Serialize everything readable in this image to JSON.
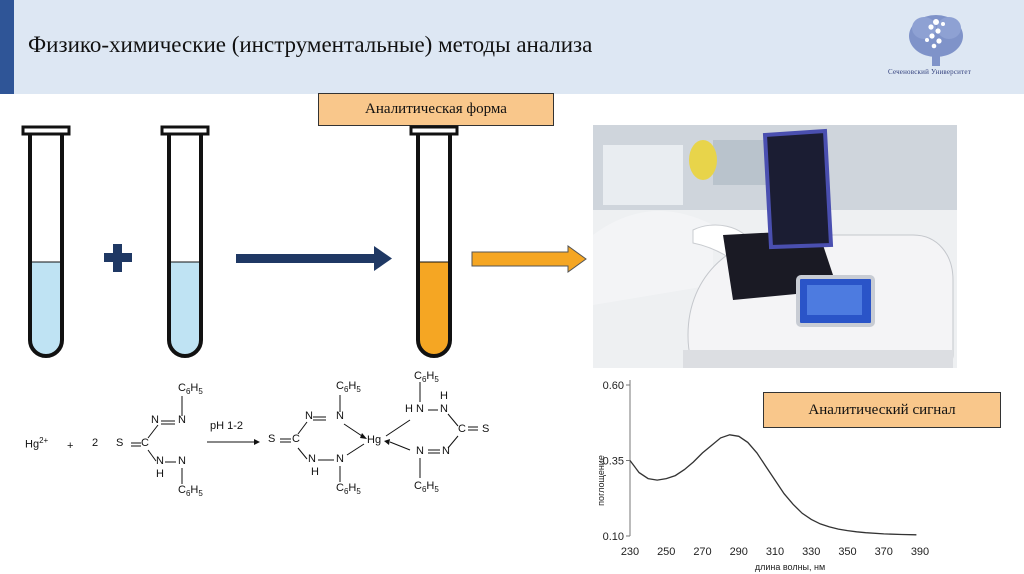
{
  "header": {
    "title": "Физико-химические (инструментальные) методы анализа",
    "logo_text": "Сеченовский Университет"
  },
  "labels": {
    "analytical_form": "Аналитическая форма",
    "analytical_signal": "Аналитический сигнал"
  },
  "reaction": {
    "hg": "Hg",
    "hg_charge": "2+",
    "plus": "+",
    "coefficient": "2",
    "condition": "pH 1-2",
    "s": "S",
    "c": "C",
    "n": "N",
    "h": "H",
    "phenyl": "C",
    "phenyl_sub6": "6",
    "phenyl_sub5": "5"
  },
  "colors": {
    "solution_blue": "#bfe3f3",
    "solution_orange": "#f5a623",
    "arrow_navy": "#1f3864",
    "arrow_orange": "#f5a623",
    "label_bg": "#f9c78b"
  },
  "chart_data": {
    "type": "line",
    "xlabel": "длина волны, нм",
    "ylabel": "поглощение",
    "x_ticks": [
      230,
      250,
      270,
      290,
      310,
      330,
      350,
      370,
      390
    ],
    "y_ticks": [
      "0.10",
      "0.35",
      "0.60"
    ],
    "xlim": [
      230,
      390
    ],
    "ylim": [
      0.1,
      0.6
    ],
    "series": [
      {
        "x": [
          230,
          235,
          240,
          245,
          250,
          255,
          260,
          265,
          270,
          275,
          280,
          285,
          290,
          295,
          300,
          305,
          310,
          315,
          320,
          325,
          330,
          335,
          340,
          345,
          350,
          355,
          360,
          370,
          380,
          388
        ],
        "y": [
          0.35,
          0.31,
          0.29,
          0.285,
          0.29,
          0.3,
          0.32,
          0.345,
          0.375,
          0.4,
          0.425,
          0.435,
          0.43,
          0.41,
          0.375,
          0.33,
          0.285,
          0.24,
          0.205,
          0.175,
          0.155,
          0.14,
          0.13,
          0.123,
          0.118,
          0.114,
          0.111,
          0.107,
          0.105,
          0.104
        ]
      }
    ]
  }
}
